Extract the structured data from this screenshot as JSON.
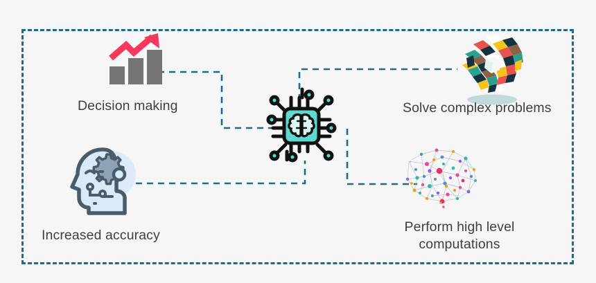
{
  "diagram": {
    "title": "AI capabilities diagram",
    "background_color": "#f6f6f6",
    "frame": {
      "name": "dashed-container",
      "style": "dashed",
      "color": "#1d6b92"
    },
    "center": {
      "icon": "ai-chip-brain-icon",
      "chip_color": "#5fd9ce",
      "brain_color": "#d9f7f2",
      "trace_color": "#111111",
      "node_dot_color": "#4fe0d4"
    },
    "nodes": [
      {
        "id": "decision-making",
        "label": "Decision making",
        "icon": "bar-chart-growth-icon",
        "position": "top-left",
        "colors": {
          "bars": "#757575",
          "arrow": "#f8375f"
        }
      },
      {
        "id": "solve-complex-problems",
        "label": "Solve complex problems",
        "icon": "puzzle-cubes-icon",
        "position": "top-right",
        "colors": {
          "teal": "#2e9e8f",
          "yellow": "#f4c41c",
          "red": "#e8524f",
          "brown": "#8c6244",
          "dark": "#15333f",
          "white": "#ffffff",
          "shadow": "#b7d4d6"
        }
      },
      {
        "id": "increased-accuracy",
        "label": "Increased accuracy",
        "icon": "head-gear-profile-icon",
        "position": "bottom-left",
        "colors": {
          "fill": "#d6e8f5",
          "outline": "#4a5c6a",
          "gear": "#8fa3b5"
        }
      },
      {
        "id": "perform-high-level-computations",
        "label": "Perform high level\ncomputations",
        "label_line1": "Perform high level",
        "label_line2": "computations",
        "icon": "network-brain-icon",
        "position": "bottom-right",
        "colors": {
          "lines": "#bfc4cc"
        }
      }
    ],
    "connectors": [
      {
        "from": "decision-making",
        "to": "center",
        "style": "dashed",
        "color": "#1d6b92"
      },
      {
        "from": "solve-complex-problems",
        "to": "center",
        "style": "dashed",
        "color": "#1d6b92"
      },
      {
        "from": "increased-accuracy",
        "to": "center",
        "style": "dashed",
        "color": "#1d6b92"
      },
      {
        "from": "perform-high-level-computations",
        "to": "center",
        "style": "dashed",
        "color": "#1d6b92"
      }
    ]
  }
}
